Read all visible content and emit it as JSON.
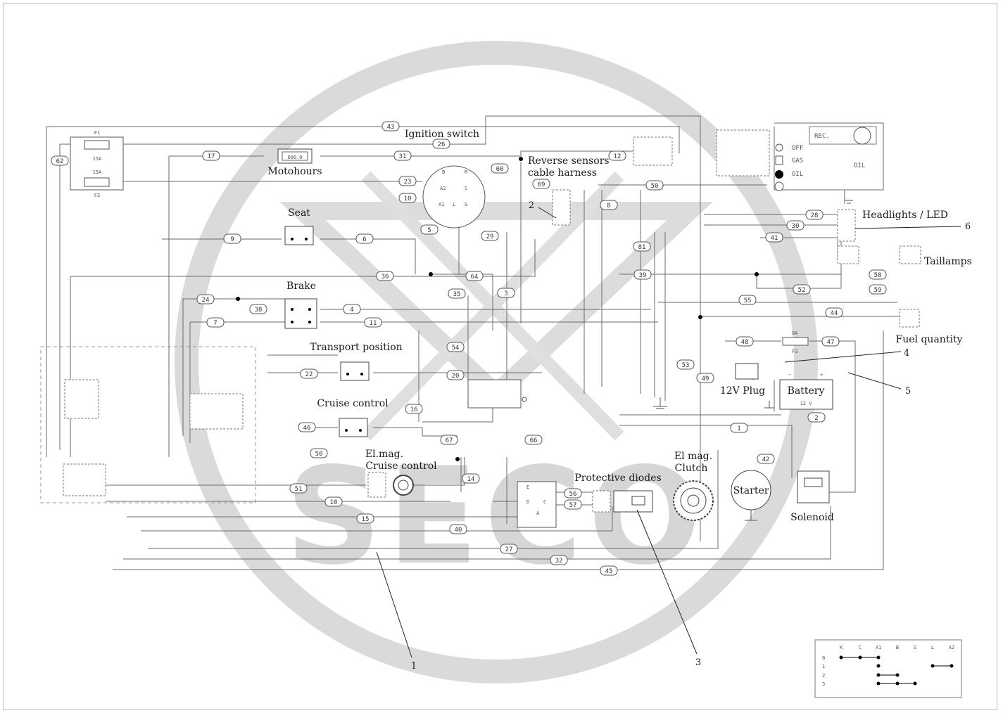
{
  "watermark": {
    "text": "SECO",
    "color": "#d0d0d0"
  },
  "labels": {
    "ignition_switch": "Ignition switch",
    "motohours": "Motohours",
    "motohours_display": "000.0",
    "reverse_sensors_1": "Reverse sensors",
    "reverse_sensors_2": "cable harness",
    "seat": "Seat",
    "brake": "Brake",
    "transport_position": "Transport position",
    "cruise_control": "Cruise control",
    "elmag_cruise_1": "El.mag.",
    "elmag_cruise_2": "Cruise control",
    "protective_diodes": "Protective diodes",
    "elmag_clutch_1": "El mag.",
    "elmag_clutch_2": "Clutch",
    "starter": "Starter",
    "solenoid": "Solenoid",
    "headlights": "Headlights / LED",
    "taillamps": "Taillamps",
    "fuel_quantity": "Fuel quantity",
    "plug_12v": "12V Plug",
    "battery": "Battery",
    "battery_voltage": "12 V",
    "rec": "REC.",
    "oil": "OIL",
    "off": "OFF",
    "gas": "GAS",
    "oil_small": "OIL",
    "fuse_f1": "F1",
    "fuse_f2": "F2",
    "fuse_f3": "F3",
    "fuse_15a": "15A",
    "fuse_8a": "8A"
  },
  "callouts": [
    "1",
    "2",
    "3",
    "4",
    "5",
    "6"
  ],
  "wire_numbers": [
    "43",
    "62",
    "26",
    "17",
    "31",
    "12",
    "60",
    "23",
    "50",
    "69",
    "10",
    "8",
    "5",
    "29",
    "9",
    "6",
    "81",
    "36",
    "64",
    "35",
    "3",
    "39",
    "41",
    "28",
    "30",
    "52",
    "24",
    "38",
    "4",
    "11",
    "7",
    "54",
    "55",
    "44",
    "22",
    "20",
    "16",
    "46",
    "67",
    "50",
    "51",
    "10",
    "15",
    "14",
    "66",
    "56",
    "57",
    "40",
    "27",
    "32",
    "45",
    "1",
    "2",
    "42",
    "48",
    "47",
    "49",
    "53",
    "59",
    "58"
  ],
  "switch_table": {
    "columns": [
      "K",
      "C",
      "A1",
      "B",
      "S",
      "L",
      "A2"
    ],
    "rows": [
      "0",
      "1",
      "2",
      "3"
    ]
  },
  "ignition_pins": [
    "B",
    "M",
    "A2",
    "S",
    "A1",
    "L",
    "G"
  ],
  "diode_pins": [
    "E",
    "D",
    "C",
    "A"
  ]
}
